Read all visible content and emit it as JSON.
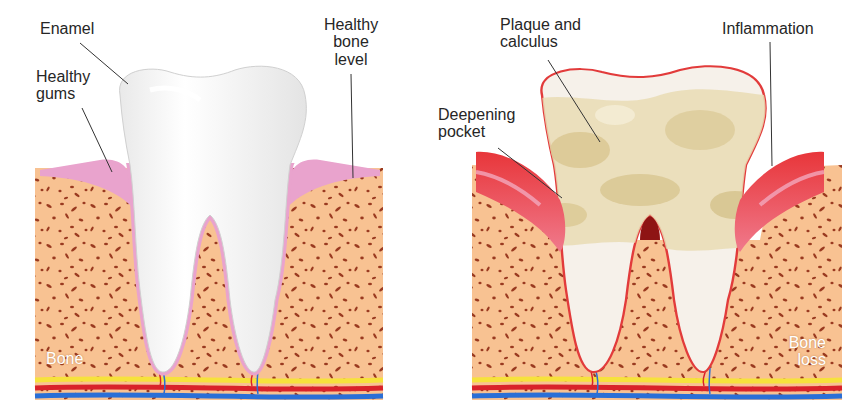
{
  "diagram": {
    "labels": [
      "Enamel",
      "Healthy gums",
      "Healthy bone level",
      "Bone",
      "Plaque and calculus",
      "Deepening pocket",
      "Inflammation",
      "Bone loss"
    ]
  }
}
